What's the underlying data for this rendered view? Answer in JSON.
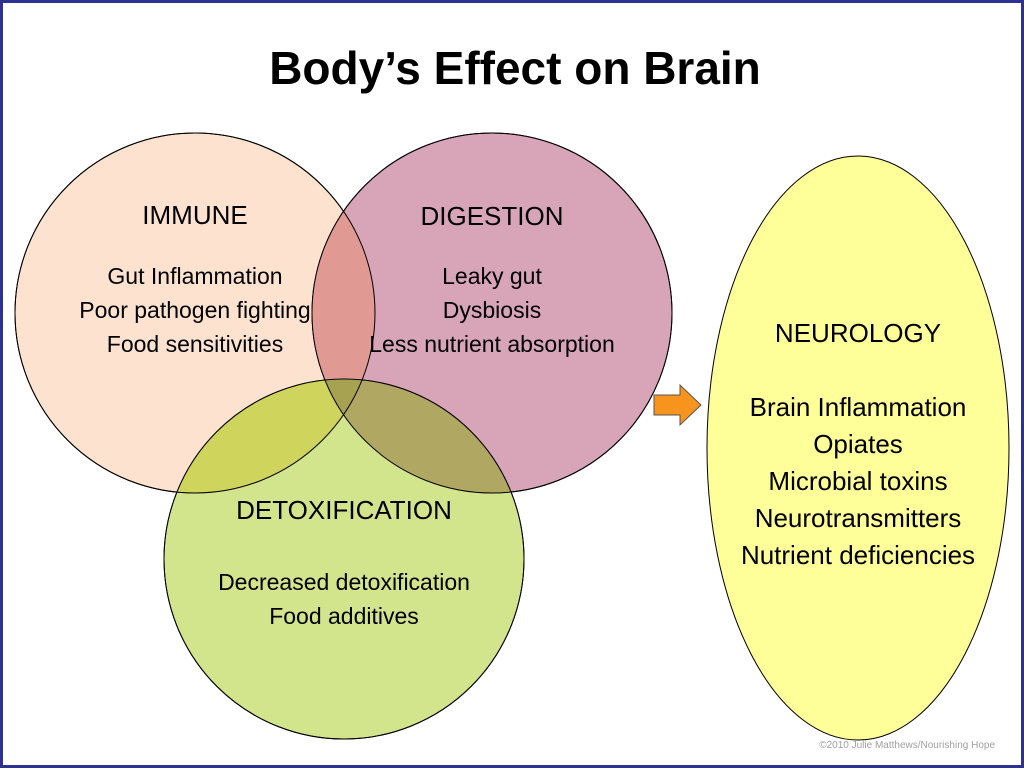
{
  "title": "Body’s Effect on Brain",
  "circles": [
    {
      "heading": "IMMUNE",
      "items": [
        "Gut Inflammation",
        "Poor pathogen fighting",
        "Food sensitivities"
      ],
      "color": "#fde3cf"
    },
    {
      "heading": "DIGESTION",
      "items": [
        "Leaky gut",
        "Dysbiosis",
        "Less nutrient absorption"
      ],
      "color": "#d8a5b8"
    },
    {
      "heading": "DETOXIFICATION",
      "items": [
        "Decreased detoxification",
        "Food additives"
      ],
      "color": "#d2e48c"
    }
  ],
  "neurology": {
    "heading": "NEUROLOGY",
    "items": [
      "Brain Inflammation",
      "Opiates",
      "Microbial toxins",
      "Neurotransmitters",
      "Nutrient deficiencies"
    ],
    "color": "#ffff99"
  },
  "arrow_color": "#f7941d",
  "copyright": "©2010 Julie Matthews/Nourishing Hope"
}
